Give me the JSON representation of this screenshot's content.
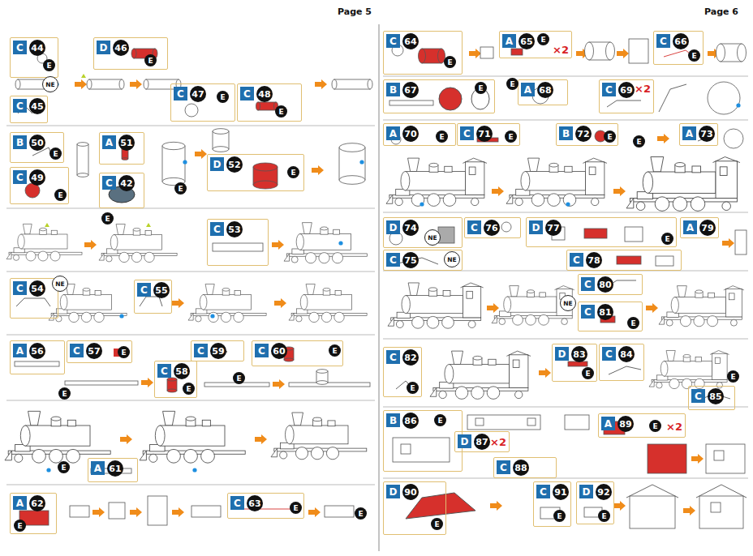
{
  "diagram": {
    "nodes": [
      {
        "text": [
          "C",
          "44",
          "E"
        ]
      },
      {
        "text": [
          "C",
          "45"
        ]
      },
      {
        "text": [
          "D",
          "46",
          "E"
        ]
      },
      {
        "text": [
          "C",
          "47",
          "E"
        ]
      },
      {
        "text": [
          "C",
          "48",
          "E"
        ]
      },
      {
        "text": [
          "B",
          "50",
          "E"
        ]
      },
      {
        "text": [
          "C",
          "49",
          "E"
        ]
      },
      {
        "text": [
          "A",
          "51"
        ]
      },
      {
        "text": [
          "C",
          "42"
        ]
      },
      {
        "text": [
          "D",
          "52",
          "E"
        ]
      },
      {
        "text": [
          "C",
          "53"
        ]
      },
      {
        "text": [
          "C",
          "54"
        ]
      },
      {
        "text": [
          "C",
          "55"
        ]
      },
      {
        "text": [
          "A",
          "56"
        ]
      },
      {
        "text": [
          "C",
          "57",
          "E"
        ]
      },
      {
        "text": [
          "C",
          "58",
          "E"
        ]
      },
      {
        "text": [
          "C",
          "59"
        ]
      },
      {
        "text": [
          "C",
          "60",
          "E"
        ]
      },
      {
        "text": [
          "A",
          "61"
        ]
      },
      {
        "text": [
          "A",
          "62",
          "E"
        ]
      },
      {
        "text": [
          "C",
          "63",
          "E"
        ]
      },
      {
        "text": [
          "C",
          "64",
          "E"
        ]
      },
      {
        "text": [
          "A",
          "65",
          "E",
          "×2"
        ]
      },
      {
        "text": [
          "C",
          "66",
          "E"
        ]
      },
      {
        "text": [
          "B",
          "67",
          "E"
        ]
      },
      {
        "text": [
          "A",
          "68"
        ]
      },
      {
        "text": [
          "C",
          "69",
          "×2"
        ]
      },
      {
        "text": [
          "A",
          "70",
          "E"
        ]
      },
      {
        "text": [
          "C",
          "71",
          "E"
        ]
      },
      {
        "text": [
          "B",
          "72",
          "E"
        ]
      },
      {
        "text": [
          "A",
          "73"
        ]
      },
      {
        "text": [
          "D",
          "74",
          "NE"
        ]
      },
      {
        "text": [
          "C",
          "76"
        ]
      },
      {
        "text": [
          "D",
          "77",
          "E"
        ]
      },
      {
        "text": [
          "A",
          "79"
        ]
      },
      {
        "text": [
          "C",
          "75",
          "NE"
        ]
      },
      {
        "text": [
          "C",
          "78"
        ]
      },
      {
        "text": [
          "C",
          "80"
        ]
      },
      {
        "text": [
          "C",
          "81",
          "E"
        ]
      },
      {
        "text": [
          "C",
          "82",
          "E"
        ]
      },
      {
        "text": [
          "D",
          "83",
          "E"
        ]
      },
      {
        "text": [
          "C",
          "84"
        ]
      },
      {
        "text": [
          "C",
          "85"
        ]
      },
      {
        "text": [
          "B",
          "86",
          "E"
        ]
      },
      {
        "text": [
          "D",
          "87",
          "×2"
        ]
      },
      {
        "text": [
          "C",
          "88"
        ]
      },
      {
        "text": [
          "A",
          "89",
          "E",
          "×2"
        ]
      },
      {
        "text": [
          "D",
          "90",
          "E"
        ]
      },
      {
        "text": [
          "C",
          "91",
          "E"
        ]
      },
      {
        "text": [
          "D",
          "92",
          "E"
        ]
      }
    ],
    "labels": [
      "Page 5",
      "Page 6",
      "NE",
      "E",
      "E",
      "NE",
      "E",
      "E",
      "E",
      "E",
      "E",
      "E",
      "NE",
      "E"
    ]
  }
}
